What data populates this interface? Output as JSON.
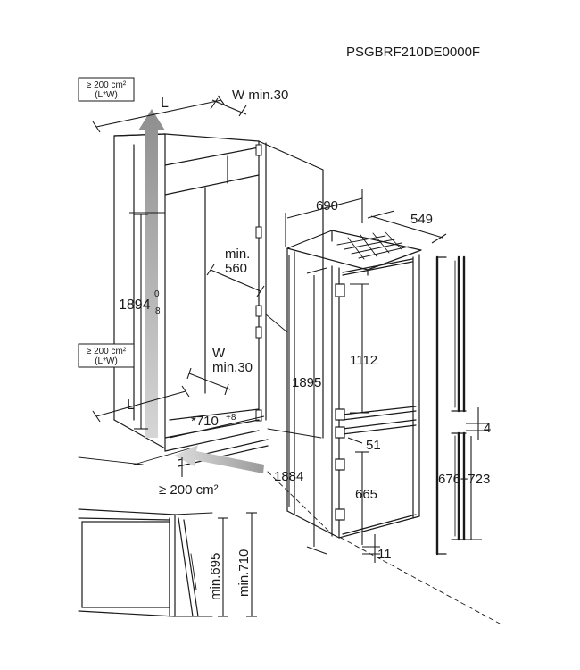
{
  "model_code": "PSGBRF210DE0000F",
  "labels": {
    "vent_top_line1": "≥ 200 cm²",
    "vent_top_line2": "(L*W)",
    "vent_mid_line1": "≥ 200 cm²",
    "vent_mid_line2": "(L*W)",
    "vent_bottom": "≥ 200 cm²",
    "L_top": "L",
    "L_bottom": "L",
    "W_top": "W min.30",
    "W_mid_line1": "W",
    "W_mid_line2": "min.30",
    "depth_line1": "min.",
    "depth_line2": "560",
    "niche_height": "1894",
    "niche_height_sup": "0",
    "niche_height_sub": "8",
    "niche_depth_bottom": "*710",
    "niche_depth_bottom_sup": "+8",
    "width_690": "690",
    "depth_549": "549",
    "height_1895": "1895",
    "height_1884": "1884",
    "height_1112": "1112",
    "height_665": "665",
    "gap_51": "51",
    "gap_11": "11",
    "gap_4": "4",
    "door_range": "676÷723",
    "detail_695": "min.695",
    "detail_710": "min.710"
  }
}
